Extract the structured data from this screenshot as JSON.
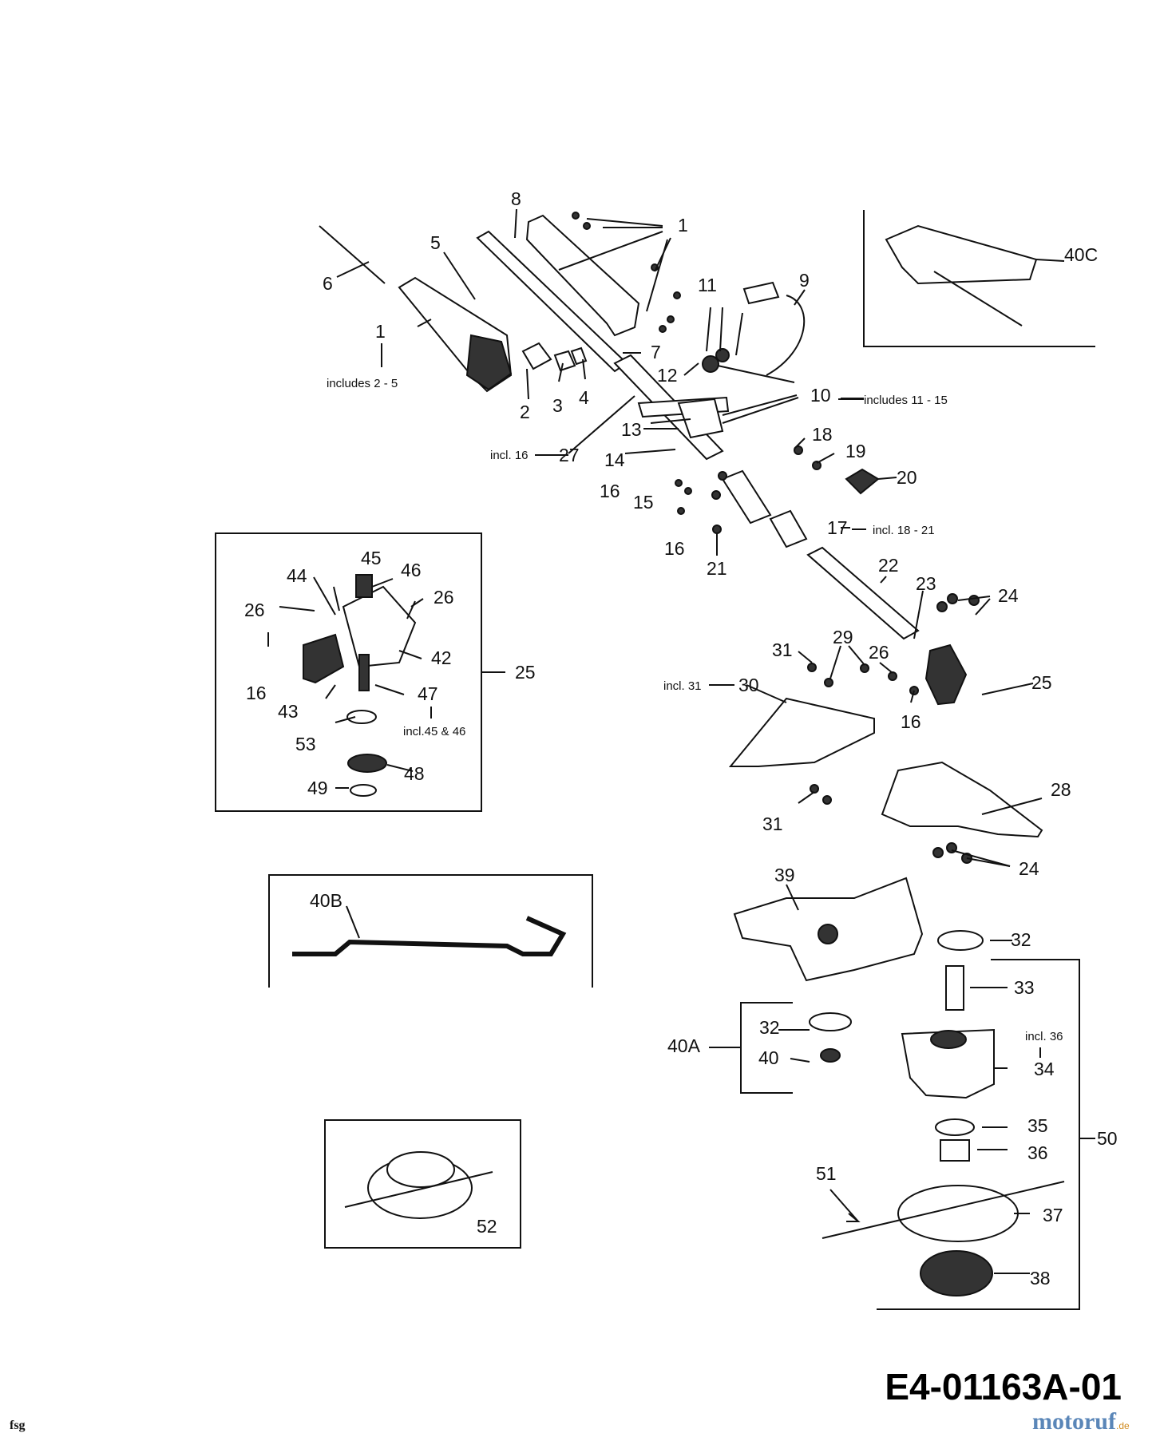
{
  "diagram": {
    "code": "E4-01163A-01",
    "corner_mark": "fsg",
    "brand": {
      "main": "motoruf",
      "suffix": ".de",
      "color_main": "#5a86b8",
      "color_accent": "#d08a1e"
    },
    "labels": {
      "p1a": "1",
      "p1b": "1",
      "p2": "2",
      "p3": "3",
      "p4": "4",
      "p5": "5",
      "p6": "6",
      "p7": "7",
      "p8": "8",
      "p9": "9",
      "p10": "10",
      "p11": "11",
      "p12": "12",
      "p13": "13",
      "p14": "14",
      "p15": "15",
      "p16a": "16",
      "p16b": "16",
      "p16c": "16",
      "p16d": "16",
      "p17": "17",
      "p18": "18",
      "p19": "19",
      "p20": "20",
      "p21": "21",
      "p22": "22",
      "p23": "23",
      "p24a": "24",
      "p24b": "24",
      "p25a": "25",
      "p25b": "25",
      "p26a": "26",
      "p26b": "26",
      "p26c": "26",
      "p27": "27",
      "p28": "28",
      "p29": "29",
      "p30": "30",
      "p31a": "31",
      "p31b": "31",
      "p32a": "32",
      "p32b": "32",
      "p33": "33",
      "p34": "34",
      "p35": "35",
      "p36": "36",
      "p37": "37",
      "p38": "38",
      "p39": "39",
      "p40": "40",
      "p40A": "40A",
      "p40B": "40B",
      "p40C": "40C",
      "p42": "42",
      "p43": "43",
      "p44": "44",
      "p45": "45",
      "p46": "46",
      "p47": "47",
      "p48": "48",
      "p49": "49",
      "p50": "50",
      "p51": "51",
      "p52": "52",
      "p53": "53"
    },
    "notes": {
      "includes_2_5": "includes 2 - 5",
      "includes_11_15": "includes 11 - 15",
      "incl_16": "incl. 16",
      "incl_18_21": "incl. 18 - 21",
      "incl_31": "incl. 31",
      "incl_45_46": "incl.45 & 46",
      "incl_36": "incl. 36"
    }
  }
}
